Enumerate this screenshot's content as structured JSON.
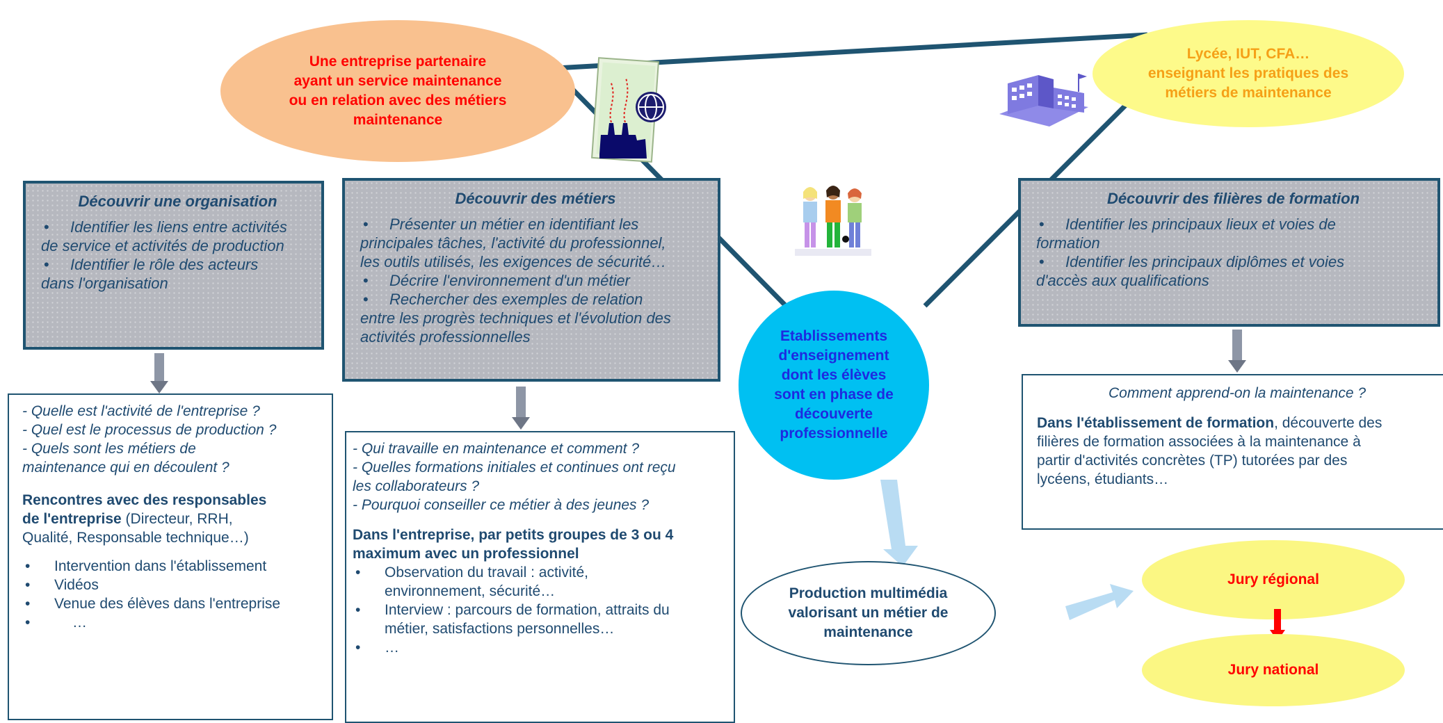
{
  "colors": {
    "line": "#1f5471",
    "text_blue": "#1f4a70",
    "partner_fill": "#f9c18f",
    "partner_text": "#ff0000",
    "school_fill": "#fdfa8a",
    "school_text": "#f5a017",
    "center_fill": "#00c0f2",
    "center_text": "#1d2ae0",
    "jury_fill": "#fbf783",
    "jury_text": "#ff0000",
    "arrow_light": "#b9dcf3"
  },
  "ellipses": {
    "partner": [
      "Une entreprise partenaire",
      "ayant un service maintenance",
      "ou en relation avec des métiers",
      "maintenance"
    ],
    "school": [
      "Lycée, IUT, CFA…",
      "enseignant les pratiques des",
      "métiers de maintenance"
    ],
    "center": [
      "Etablissements",
      "d'enseignement",
      "dont les élèves",
      "sont en phase de",
      "découverte",
      "professionnelle"
    ],
    "production": [
      "Production multimédia",
      "valorisant un métier de",
      "maintenance"
    ],
    "jury_regional": "Jury régional",
    "jury_national": "Jury national"
  },
  "boxes": {
    "organisation": {
      "title": "Découvrir une organisation",
      "bullets": [
        [
          "Identifier les liens entre activités",
          "de service et activités de production"
        ],
        [
          "Identifier le rôle des acteurs",
          "dans l'organisation"
        ]
      ]
    },
    "metiers": {
      "title": "Découvrir des métiers",
      "bullets": [
        [
          "Présenter un métier en identifiant les",
          "principales tâches, l'activité du professionnel,",
          "les outils utilisés, les exigences de sécurité…"
        ],
        [
          "Décrire l'environnement d'un métier"
        ],
        [
          "Rechercher des exemples de relation",
          "entre les progrès techniques et l'évolution des",
          "activités professionnelles"
        ]
      ]
    },
    "filieres": {
      "title": "Découvrir des filières de formation",
      "bullets": [
        [
          "Identifier les principaux lieux et voies de",
          "formation"
        ],
        [
          "Identifier les principaux diplômes et voies",
          "d'accès aux qualifications"
        ]
      ]
    }
  },
  "details": {
    "organisation": {
      "questions": [
        "- Quelle est l'activité de l'entreprise ?",
        "- Quel est le processus de production ?",
        "- Quels sont les métiers de",
        "maintenance qui en découlent ?"
      ],
      "heading_bold": [
        "Rencontres avec des responsables",
        "de l'entreprise"
      ],
      "heading_normal": " (Directeur, RRH,",
      "heading_rest": "Qualité, Responsable technique…)",
      "items": [
        "Intervention dans l'établissement",
        "Vidéos",
        "Venue des élèves dans l'entreprise",
        "…"
      ]
    },
    "metiers": {
      "questions": [
        "- Qui travaille en maintenance et comment ?",
        "- Quelles formations initiales et continues ont reçu",
        "les collaborateurs ?",
        "- Pourquoi conseiller ce métier à des jeunes ?"
      ],
      "heading_bold": [
        "Dans l'entreprise, par petits groupes de 3 ou 4",
        "maximum avec un professionnel"
      ],
      "items": [
        [
          "Observation du travail : activité,",
          "environnement, sécurité…"
        ],
        [
          "Interview : parcours de formation, attraits du",
          "métier, satisfactions personnelles…"
        ],
        [
          "…"
        ]
      ]
    },
    "filieres": {
      "question": "Comment apprend-on la maintenance ?",
      "bold": "Dans l'établissement de formation",
      "text": [
        ", découverte des",
        "filières de formation associées à la maintenance à",
        "partir d'activités concrètes (TP) tutorées par des",
        "lycéens, étudiants…"
      ]
    }
  },
  "icons": [
    "factory-globe-icon",
    "school-building-icon",
    "students-icon"
  ]
}
